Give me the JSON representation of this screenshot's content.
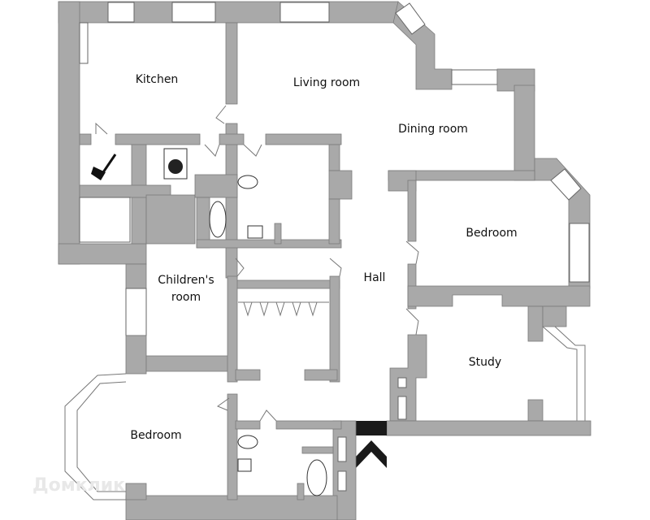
{
  "rooms": {
    "kitchen": "Kitchen",
    "living_room": "Living room",
    "dining_room": "Dining room",
    "bedroom_right": "Bedroom",
    "childrens_room_line1": "Children's",
    "childrens_room_line2": "room",
    "hall": "Hall",
    "study": "Study",
    "bedroom_left": "Bedroom"
  },
  "watermark": "Домклик",
  "colors": {
    "wall": "#a9a9a9",
    "entrance": "#1a1a1a"
  },
  "icons": [
    "broom-dustpan-icon",
    "washing-machine-icon",
    "toilet-icon",
    "sink-icon",
    "bathtub-icon",
    "entrance-arrow-icon",
    "domclick-logo-icon"
  ]
}
